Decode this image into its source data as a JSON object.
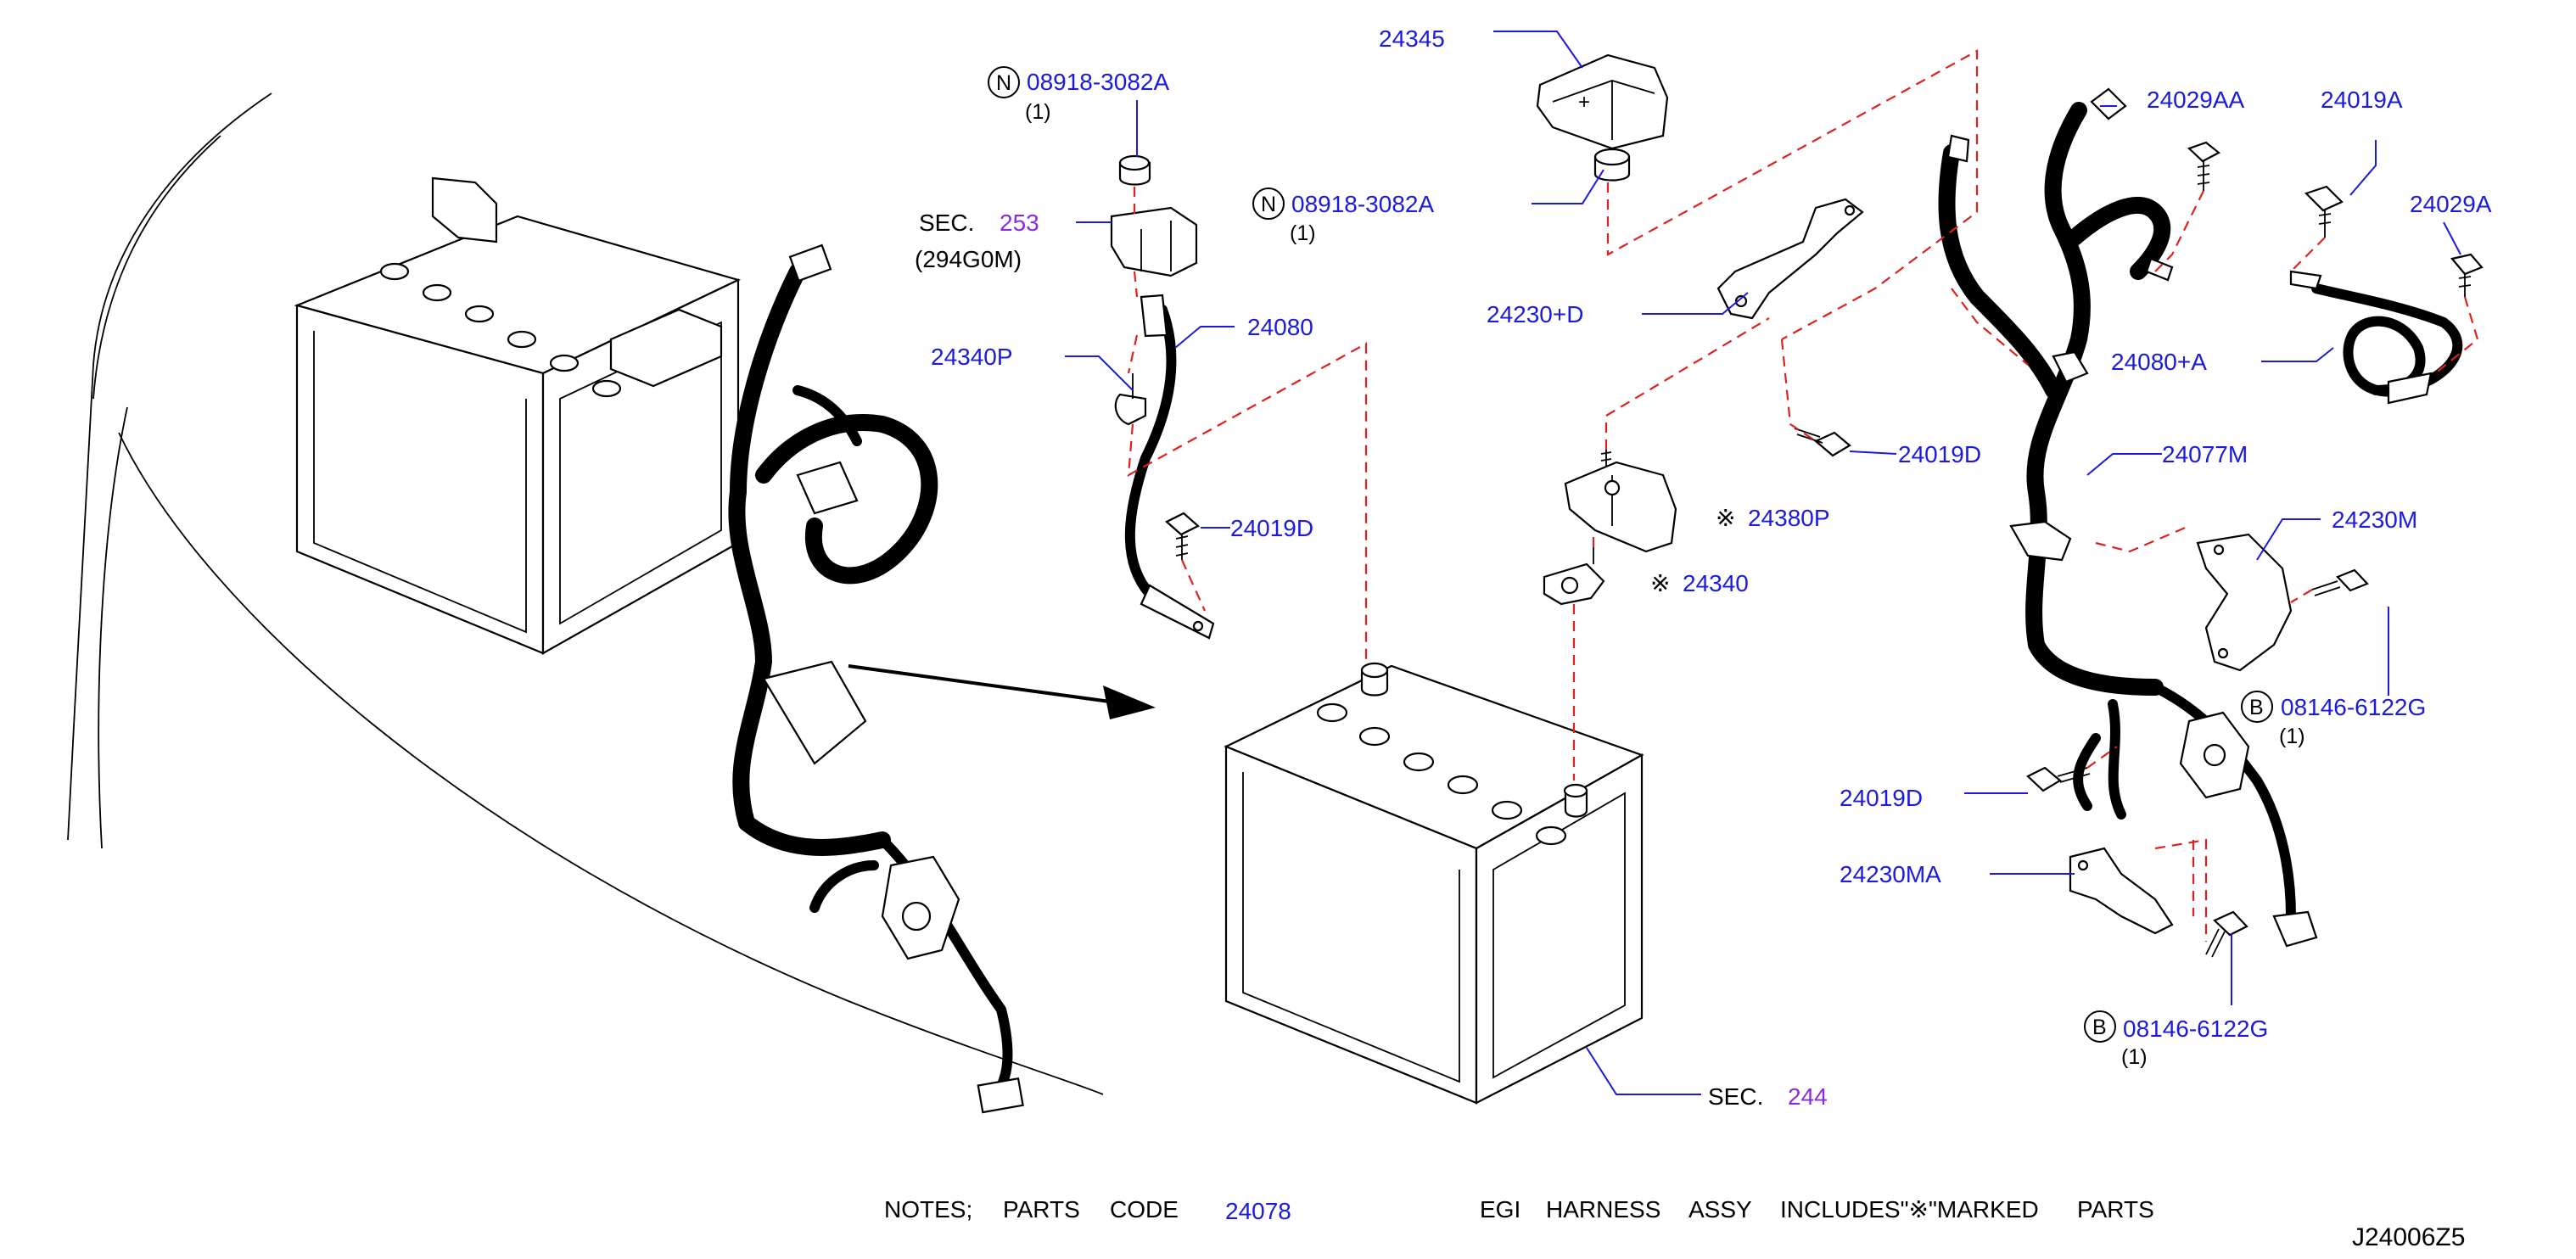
{
  "labels": {
    "p24345": "24345",
    "p08918_top": "08918-3082A",
    "p08918_top_qty": "(1)",
    "p08918_mid": "08918-3082A",
    "p08918_mid_qty": "(1)",
    "sec_prefix": "SEC.",
    "sec253": "253",
    "sec253_sub": "(294G0M)",
    "p24340P": "24340P",
    "p24080": "24080",
    "p24019D_a": "24019D",
    "p24230D": "24230+D",
    "p24019D_b": "24019D",
    "p24380P": "24380P",
    "p24340": "24340",
    "p24029AA": "24029AA",
    "p24019A": "24019A",
    "p24029A": "24029A",
    "p24080A": "24080+A",
    "p24077M": "24077M",
    "p24230M": "24230M",
    "p08146_right": "08146-6122G",
    "p08146_right_qty": "(1)",
    "p24019D_c": "24019D",
    "p24230MA": "24230MA",
    "p08146_bottom": "08146-6122G",
    "p08146_bottom_qty": "(1)",
    "sec244": "244",
    "circle_n": "N",
    "circle_b": "B",
    "ref_mark": "※"
  },
  "notes": {
    "prefix": "NOTES;",
    "parts_code": "PARTS",
    "code_word": "CODE",
    "code_value": "24078",
    "egi": "EGI",
    "harness": "HARNESS",
    "assy": "ASSY",
    "includes": "INCLUDES\"※\"MARKED",
    "parts": "PARTS"
  },
  "diagram_id": "J24006Z5",
  "colors": {
    "part_number": "#1a1ae0",
    "section_number": "#8a2be2",
    "dashed_leader": "#e02020",
    "text": "#000000"
  }
}
